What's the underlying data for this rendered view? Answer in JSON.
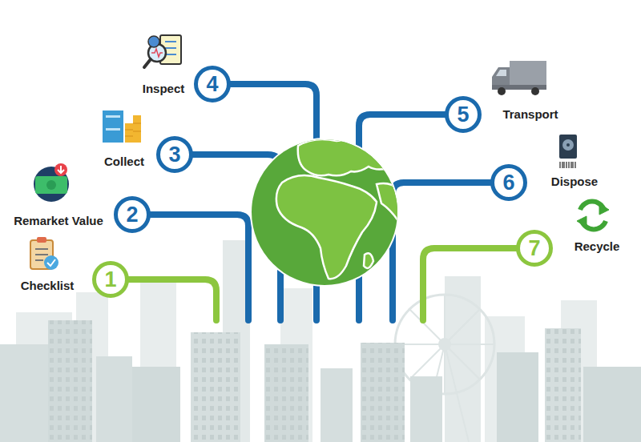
{
  "diagram": {
    "nodes": [
      {
        "text": [
          "1",
          "Checklist"
        ]
      },
      {
        "text": [
          "2",
          "Remarket Value"
        ]
      },
      {
        "text": [
          "3",
          "Collect"
        ]
      },
      {
        "text": [
          "4",
          "Inspect"
        ]
      },
      {
        "text": [
          "5",
          "Transport"
        ]
      },
      {
        "text": [
          "6",
          "Dispose"
        ]
      },
      {
        "text": [
          "7",
          "Recycle"
        ]
      }
    ]
  }
}
